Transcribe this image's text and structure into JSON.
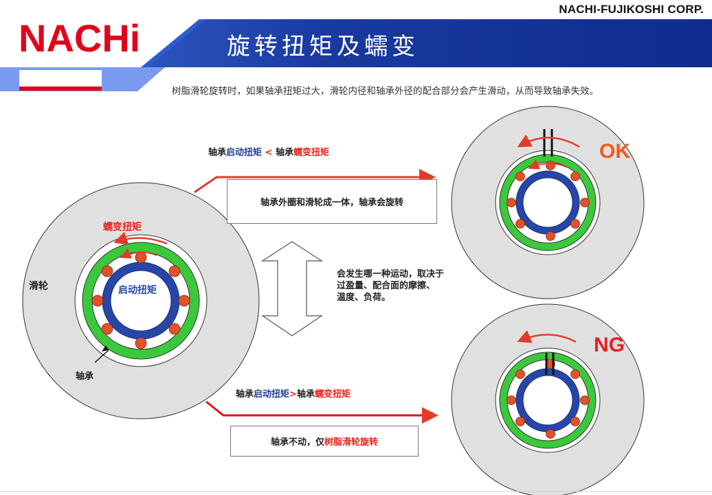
{
  "header": {
    "corp": "NACHI-FUJIKOSHI CORP.",
    "logo": "NACHi",
    "title": "旋转扭矩及蠕变",
    "subtitle": "树脂滑轮旋转时，如果轴承扭矩过大，滑轮内径和轴承外径的配合部分会产生滑动，从而导致轴承失效。"
  },
  "left": {
    "creep_torque": "蠕变扭矩",
    "start_torque": "启动扭矩",
    "pulley": "滑轮",
    "bearing": "轴承"
  },
  "top_case": {
    "cond_a": "轴承",
    "cond_b": "启动扭矩",
    "cond_op": " < ",
    "cond_c": "轴承",
    "cond_d": "蠕变扭矩",
    "result": "轴承外圈和滑轮成一体，轴承会旋转",
    "verdict": "OK"
  },
  "middle": {
    "line1": "会发生哪一种运动，取决于",
    "line2": "过盈量、配合面的摩擦、",
    "line3": "温度、负荷。"
  },
  "bottom_case": {
    "cond_a": "轴承",
    "cond_b": "启动扭矩",
    "cond_op": ">",
    "cond_c": "轴承",
    "cond_d": "蠕变扭矩",
    "result_a": "轴承不动，仅",
    "result_b": "树脂滑轮旋转",
    "verdict": "NG"
  },
  "colors": {
    "brand_red": "#e3001b",
    "header_blue": "#1a3aa0",
    "pulley_gray": "#e0e0e0",
    "outer_ring_green": "#3cc83c",
    "inner_ring_blue": "#2746a8",
    "ball_orange": "#e0532a",
    "arrow_red": "#e33b2a"
  }
}
